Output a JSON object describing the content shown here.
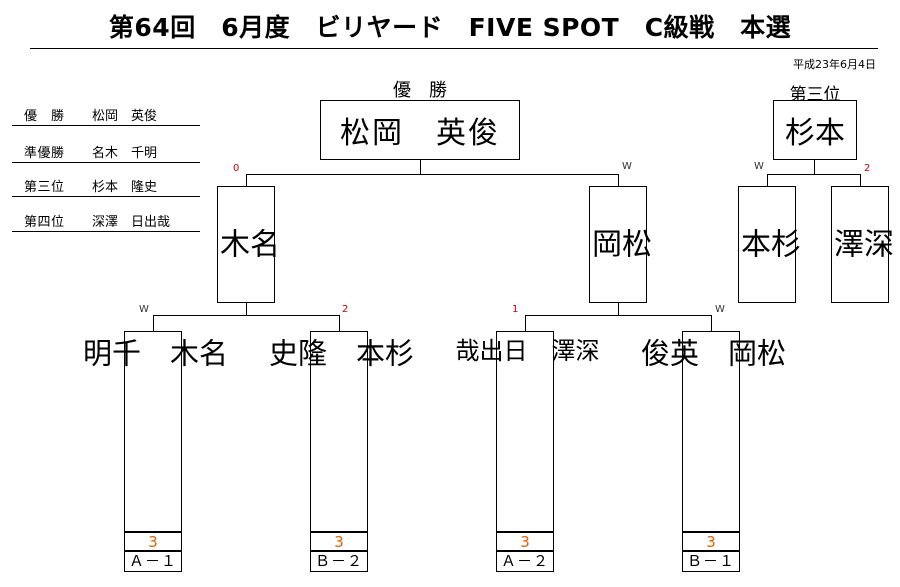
{
  "header": {
    "title": "第64回　6月度　ビリヤード　FIVE SPOT　C級戦　本選",
    "date": "平成23年6月4日"
  },
  "summary": [
    {
      "label": "優　勝",
      "name": "松岡　英俊"
    },
    {
      "label": "準優勝",
      "name": "名木　千明"
    },
    {
      "label": "第三位",
      "name": "杉本　隆史"
    },
    {
      "label": "第四位",
      "name": "深澤　日出哉"
    }
  ],
  "champion": {
    "label": "優　勝",
    "name": "松岡　英俊"
  },
  "third_place": {
    "label": "第三位",
    "winner": "杉本",
    "left": {
      "name": "杉\n本",
      "result": "W"
    },
    "right": {
      "name": "深\n澤",
      "result": "2"
    }
  },
  "final": {
    "left": {
      "name": "名\n木",
      "result": "0"
    },
    "right": {
      "name": "松\n岡",
      "result": "W"
    }
  },
  "first_round": [
    {
      "name": "名\n木\n\n千\n明",
      "result": "W",
      "score": "3",
      "seed": "Ａ－１"
    },
    {
      "name": "杉\n本\n\n隆\n史",
      "result": "2",
      "score": "3",
      "seed": "Ｂ－２"
    },
    {
      "name": "深\n澤\n\n日\n出\n哉",
      "result": "1",
      "score": "3",
      "seed": "Ａ－２"
    },
    {
      "name": "松\n岡\n\n英\n俊",
      "result": "W",
      "score": "3",
      "seed": "Ｂ－１"
    }
  ]
}
